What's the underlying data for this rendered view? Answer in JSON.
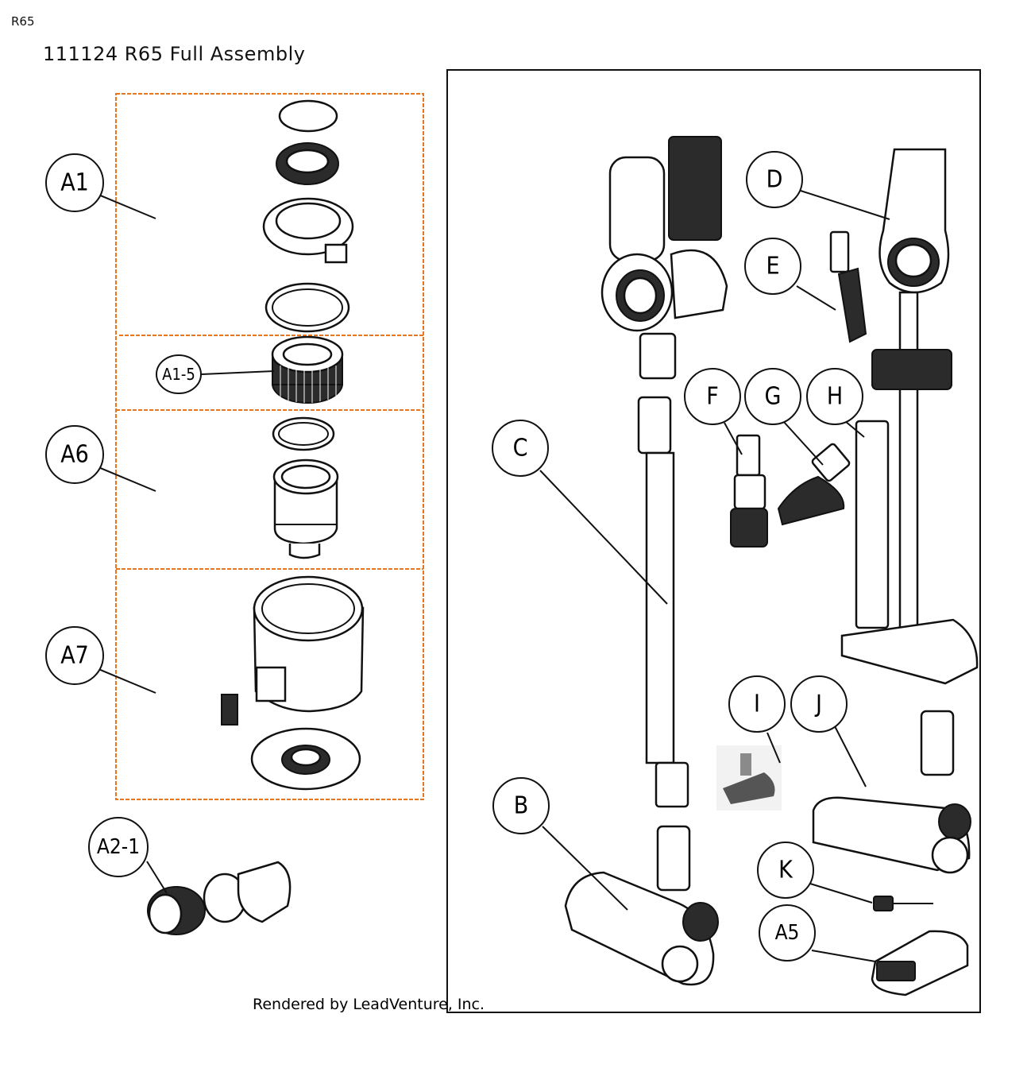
{
  "header": {
    "breadcrumb": "R65",
    "title": "111124 R65 Full Assembly"
  },
  "diagram": {
    "credit": "Rendered by LeadVenture, Inc.",
    "callouts": {
      "a1": "A1",
      "a1_5": "A1-5",
      "a6": "A6",
      "a7": "A7",
      "a2_1": "A2-1",
      "b": "B",
      "c": "C",
      "d": "D",
      "e": "E",
      "f": "F",
      "g": "G",
      "h": "H",
      "i": "I",
      "j": "J",
      "k": "K",
      "a5": "A5"
    },
    "colors": {
      "group_outline": "#e8761e",
      "line": "#111111"
    }
  }
}
